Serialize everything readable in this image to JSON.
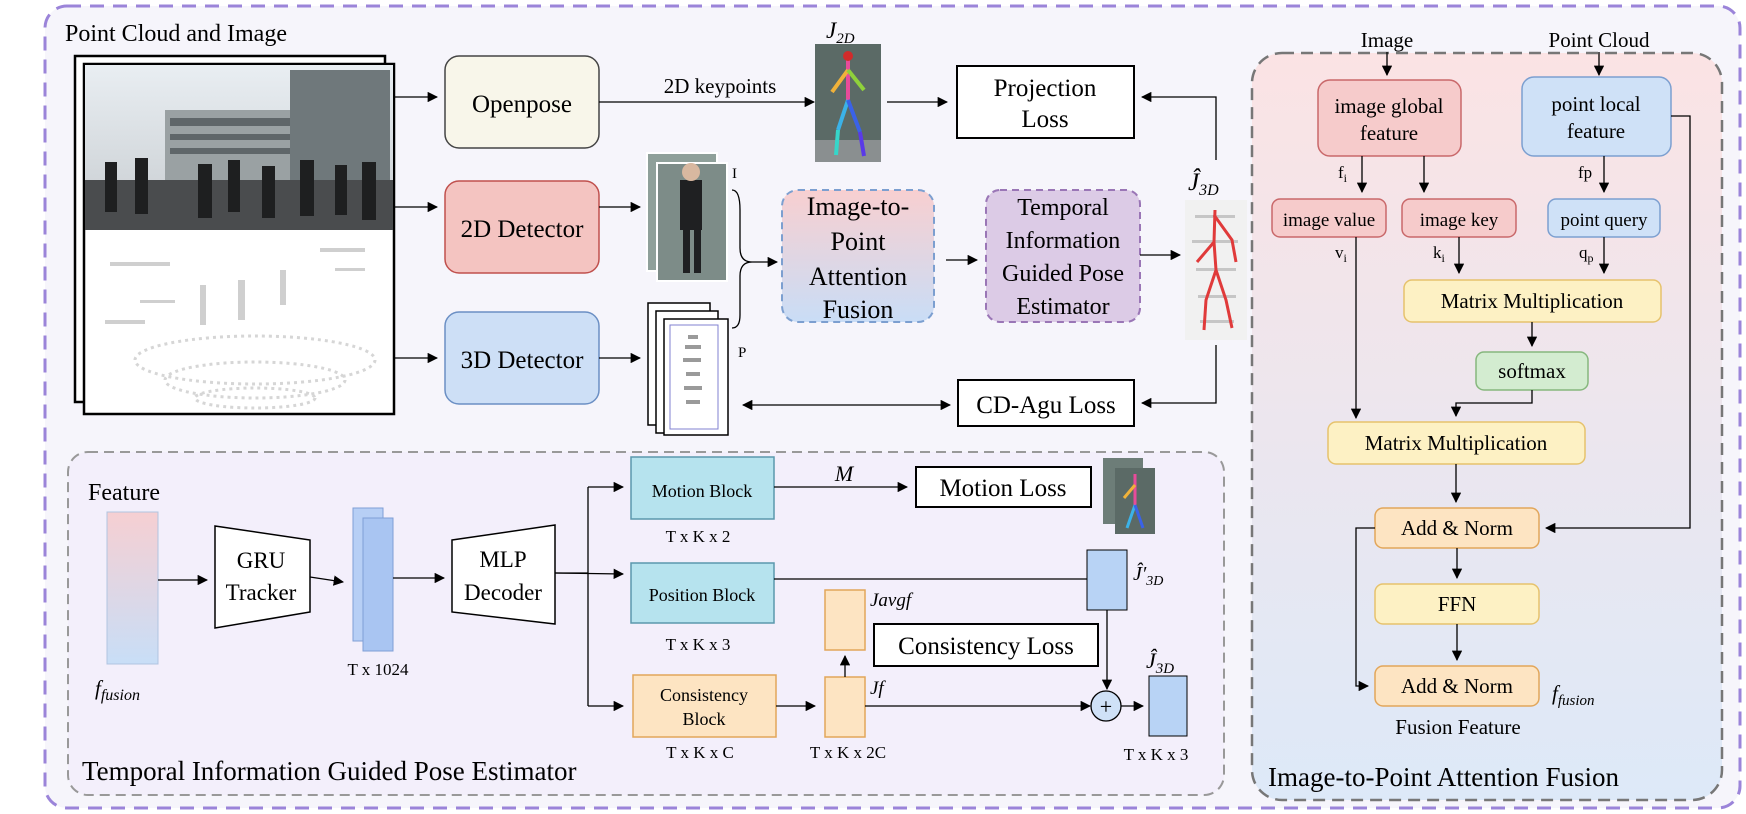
{
  "sections": {
    "point_cloud_and_image": "Point Cloud and Image",
    "temporal_estimator": "Temporal Information Guided Pose Estimator",
    "fusion_panel": "Image-to-Point Attention Fusion"
  },
  "top": {
    "openpose": "Openpose",
    "detector_2d": "2D Detector",
    "detector_3d": "3D Detector",
    "keypoints_2d": "2D keypoints",
    "j2d": "J",
    "j2d_sub": "2D",
    "projection_loss": [
      "Projection",
      "Loss"
    ],
    "i2p_fusion": [
      "Image-to-",
      "Point",
      "Attention",
      "Fusion"
    ],
    "temporal_box": [
      "Temporal",
      "Information",
      "Guided Pose",
      "Estimator"
    ],
    "j3d_hat": "Ĵ",
    "j3d_sub": "3D",
    "cd_agu_loss": "CD-Agu Loss",
    "label_I": "I",
    "label_P": "P"
  },
  "temporal": {
    "feature": "Feature",
    "f_fusion": "f",
    "f_fusion_sub": "fusion",
    "gru": [
      "GRU",
      "Tracker"
    ],
    "dim_1024": "T x 1024",
    "mlp": [
      "MLP",
      "Decoder"
    ],
    "motion_block": "Motion Block",
    "motion_dim": "T x K x 2",
    "M": "M",
    "motion_loss": "Motion Loss",
    "position_block": "Position Block",
    "position_dim": "T x K x 3",
    "consistency_block": [
      "Consistency",
      "Block"
    ],
    "consistency_dim": "T x K x C",
    "javgf": "Javgf",
    "jf": "Jf",
    "jf_dim": "T x K x 2C",
    "consistency_loss": "Consistency Loss",
    "j3d_prime_hat": "Ĵ′",
    "j3d_prime_sub": "3D",
    "j3d_out_hat": "Ĵ",
    "j3d_out_sub": "3D",
    "out_dim": "T x K x 3",
    "plus": "+"
  },
  "fusion": {
    "image": "Image",
    "point_cloud": "Point Cloud",
    "image_global": [
      "image global",
      "feature"
    ],
    "point_local": [
      "point local",
      "feature"
    ],
    "fi": "f",
    "fi_sub": "i",
    "fp": "fp",
    "image_value": "image value",
    "image_key": "image key",
    "point_query": "point query",
    "vi": "v",
    "vi_sub": "i",
    "ki": "k",
    "ki_sub": "i",
    "qp": "q",
    "qp_sub": "p",
    "matmul1": "Matrix Multiplication",
    "softmax": "softmax",
    "matmul2": "Matrix Multiplication",
    "add_norm1": "Add & Norm",
    "ffn": "FFN",
    "add_norm2": "Add & Norm",
    "f_fusion": "f",
    "f_fusion_sub": "fusion",
    "fusion_feature": "Fusion Feature"
  },
  "colors": {
    "dashed_border": "#9b84d9",
    "panel_bg": "#f5f3fb",
    "openpose_fill": "#f8f6ea",
    "detector2d_fill": "#f4c4c1",
    "detector2d_stroke": "#c0504d",
    "detector3d_fill": "#cddff6",
    "detector3d_stroke": "#6b8fc4",
    "temporal_fill": "#dccbe6",
    "temporal_stroke": "#9a76b6",
    "pink_fill": "#f6cbcb",
    "pink_stroke": "#c9686a",
    "blue_fill": "#cfe1f7",
    "blue_stroke": "#7c9fd0",
    "yellow_fill": "#fdf1c4",
    "yellow_stroke": "#e6c26c",
    "green_fill": "#d3ecd0",
    "green_stroke": "#86b77d",
    "orange_fill": "#fde4c2",
    "orange_stroke": "#e2a65a",
    "cyan_fill": "#b6e3ee",
    "cyan_stroke": "#5b98ad",
    "gray_border": "#777777"
  }
}
